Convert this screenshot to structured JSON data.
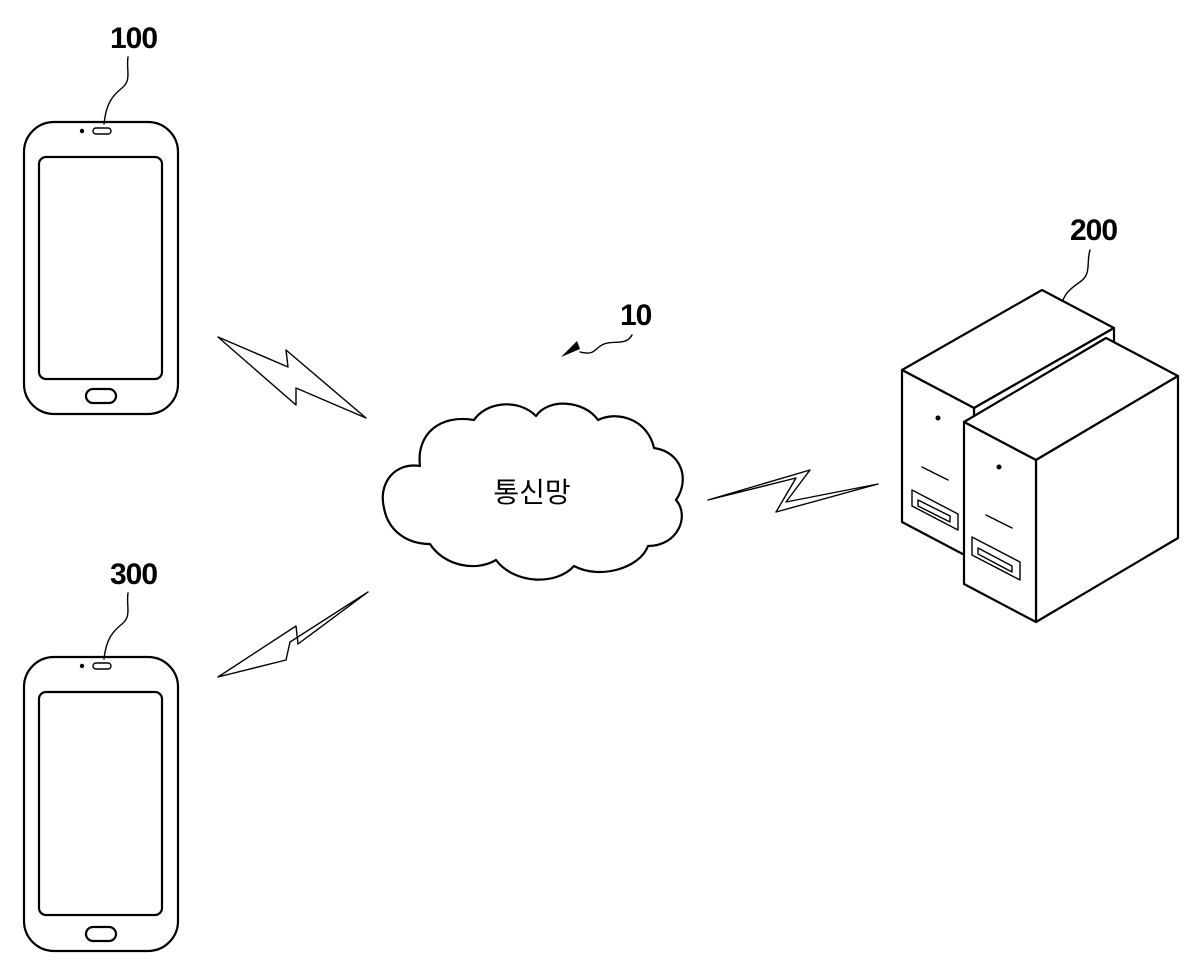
{
  "labels": {
    "phone_top": "100",
    "phone_bottom": "300",
    "server": "200",
    "network_ref": "10",
    "network_text": "통신망"
  }
}
